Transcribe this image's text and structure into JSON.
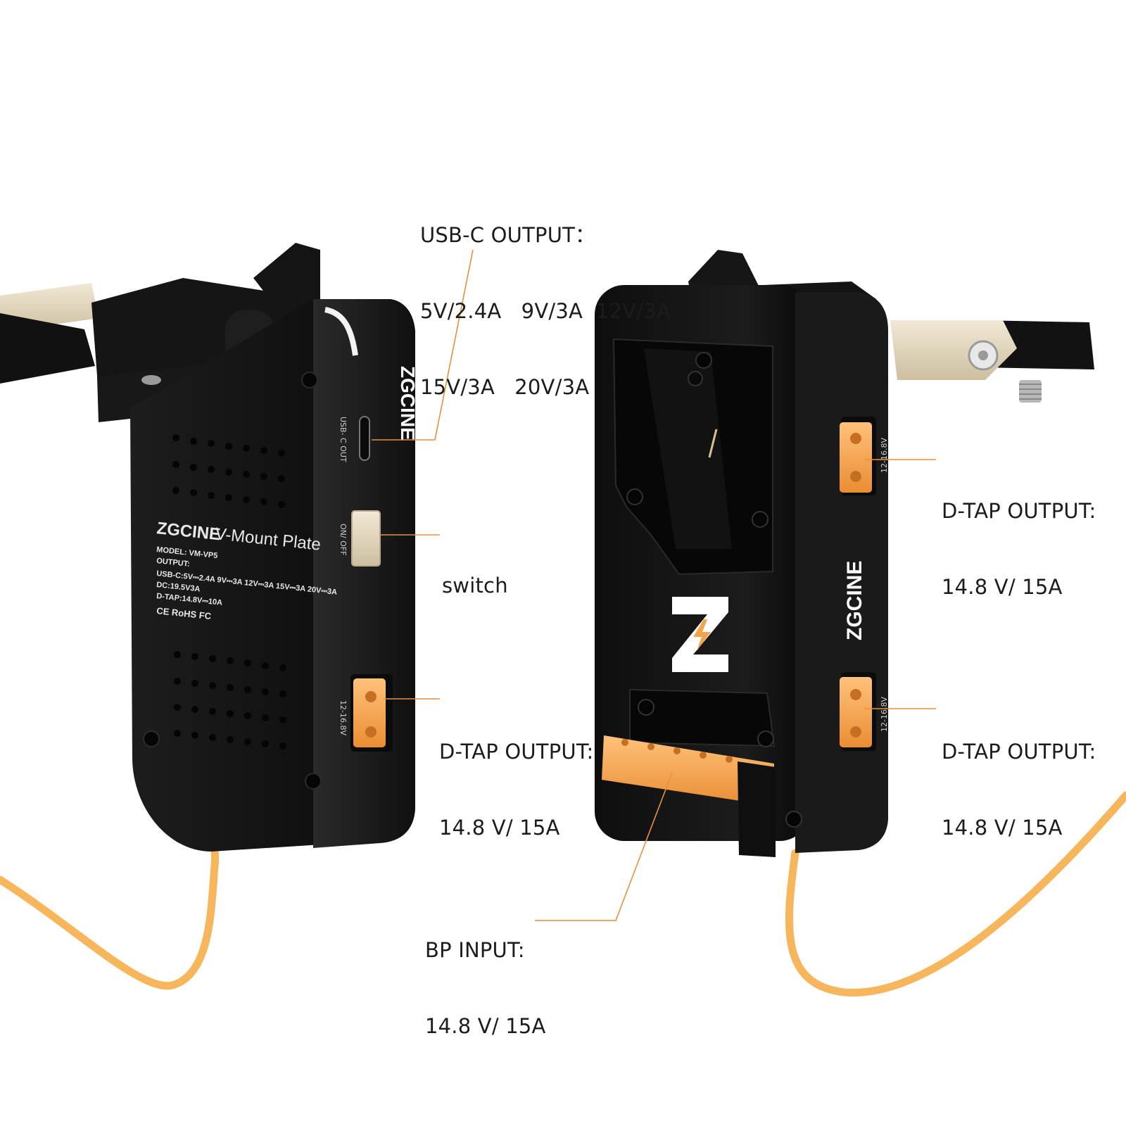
{
  "callouts": {
    "usbc": {
      "title": "USB-C OUTPUT：",
      "line1": "5V/2.4A   9V/3A  12V/3A",
      "line2": "15V/3A   20V/3A"
    },
    "switch": {
      "title": "switch"
    },
    "dtap_left": {
      "title": "D-TAP OUTPUT:",
      "value": "14.8 V/ 15A"
    },
    "dtap_right_top": {
      "title": "D-TAP OUTPUT:",
      "value": "14.8 V/ 15A"
    },
    "dtap_right_bottom": {
      "title": "D-TAP OUTPUT:",
      "value": "14.8 V/ 15A"
    },
    "bp_input": {
      "title": "BP INPUT:",
      "value": "14.8 V/ 15A"
    }
  },
  "device_left": {
    "brand": "ZGCINE",
    "product_name": "V-Mount Plate",
    "model": "MODEL: VM-VP5",
    "output_heading": "OUTPUT:",
    "usbc_spec": "USB-C:5V⎓2.4A 9V⎓3A 12V⎓3A 15V⎓3A 20V⎓3A",
    "dc_spec": "DC:19.5V3A",
    "dtap_spec": "D-TAP:14.8V⎓10A",
    "cert_marks": "CE RoHS FC",
    "side_usbc_label": "USB- C  OUT",
    "side_switch_label": "ON/ OFF",
    "side_dtap_label": "12-16.8V"
  },
  "device_right": {
    "brand": "ZGCINE",
    "side_dtap_label_top": "12-16.8V",
    "side_dtap_label_bottom": "12-16.8V"
  },
  "colors": {
    "device_body": "#141414",
    "connector_orange": "#f2a44a",
    "cable_orange": "#f7b55c",
    "callout_line": "#e8913c",
    "clamp_beige": "#e6dcc4",
    "text": "#1c1c1c"
  }
}
